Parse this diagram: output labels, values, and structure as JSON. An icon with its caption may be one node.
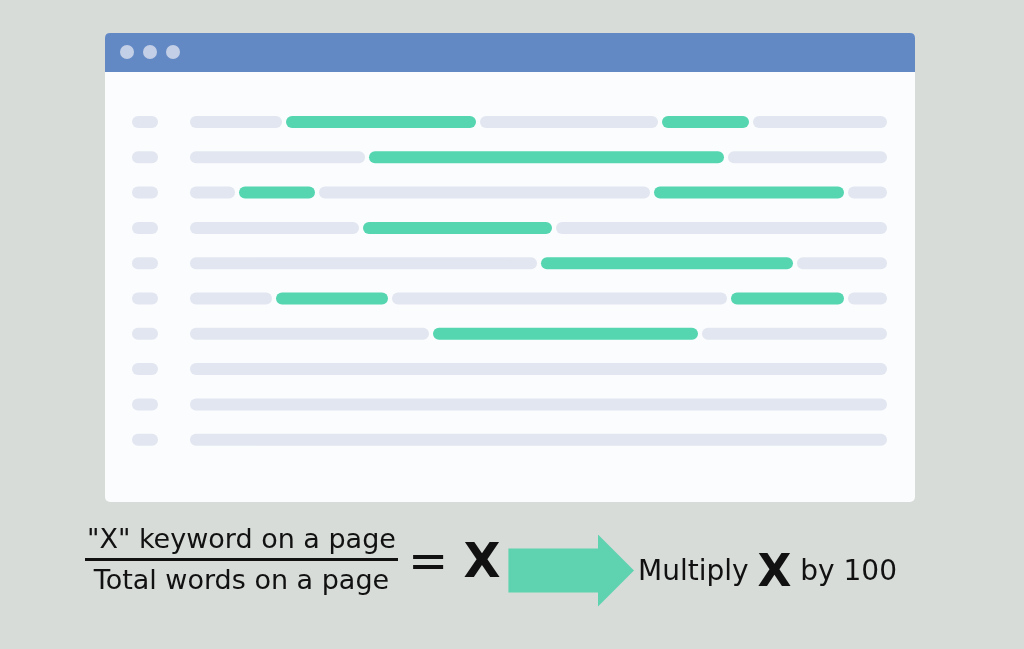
{
  "diagram": {
    "nodes": [
      {
        "text": [
          "\"X\" keyword on a page",
          "Total words on a page",
          "= **X**"
        ]
      },
      {
        "text": [
          "Multiply **X** by 100"
        ]
      }
    ],
    "edges": [
      {
        "from": 0,
        "to": 1,
        "arrow": "to",
        "color": "#5fd3b0"
      }
    ]
  }
}
